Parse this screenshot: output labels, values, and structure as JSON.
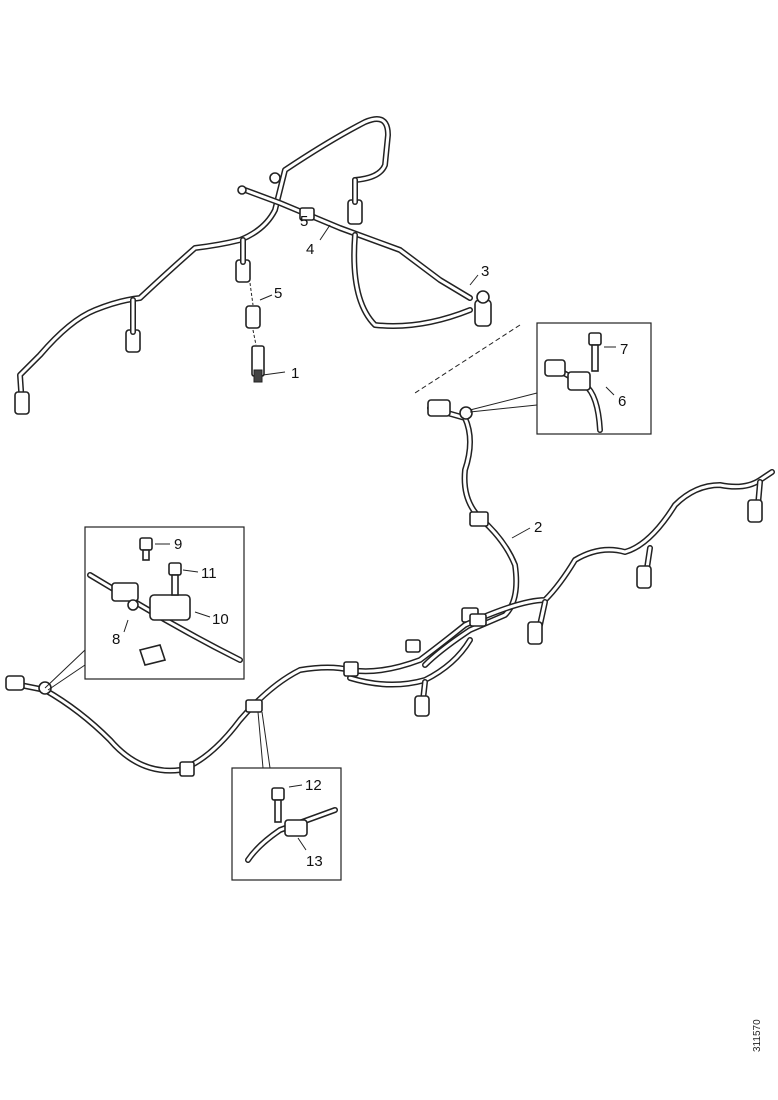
{
  "callouts": {
    "c1": "1",
    "c2": "2",
    "c3": "3",
    "c4": "4",
    "c5": "5",
    "c5b": "5",
    "c6": "6",
    "c7": "7",
    "c8": "8",
    "c9": "9",
    "c10": "10",
    "c11": "11",
    "c12": "12",
    "c13": "13"
  },
  "reference_code": "311570"
}
